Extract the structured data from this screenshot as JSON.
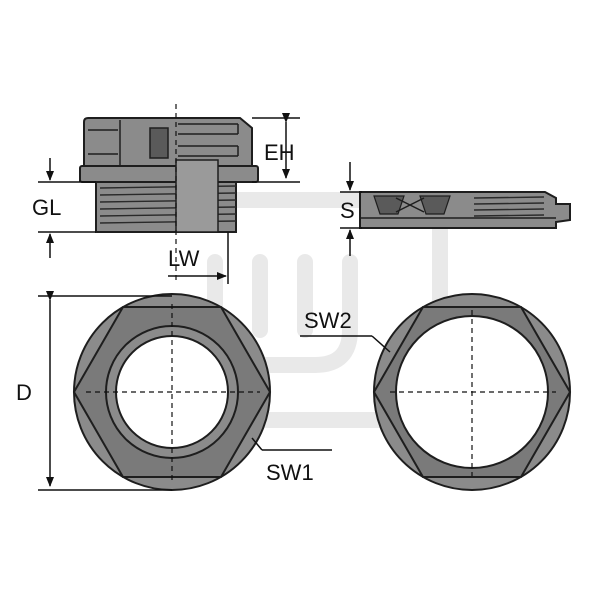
{
  "labels": {
    "eh": "EH",
    "gl": "GL",
    "lw": "LW",
    "s": "S",
    "d": "D",
    "sw1": "SW1",
    "sw2": "SW2"
  },
  "colors": {
    "part_fill": "#8b8b8b",
    "part_dark": "#6f6f6f",
    "outline": "#1e1e1e",
    "watermark": "#e9e9e9",
    "background": "#ffffff"
  }
}
